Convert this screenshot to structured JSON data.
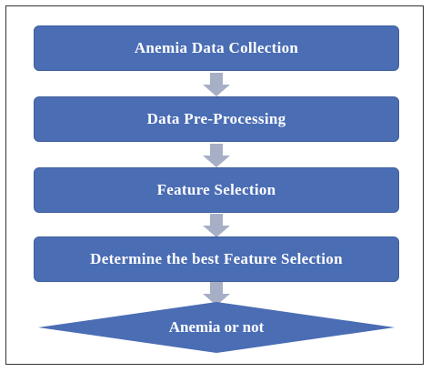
{
  "diagram": {
    "steps": [
      {
        "label": "Anemia Data Collection"
      },
      {
        "label": "Data Pre-Processing"
      },
      {
        "label": "Feature Selection"
      },
      {
        "label": "Determine the best Feature Selection"
      }
    ],
    "decision": {
      "label": "Anemia or not"
    }
  },
  "colors": {
    "box_fill": "#4a6db4",
    "box_border": "#3f5f9b",
    "arrow_fill": "#a6afc6",
    "frame_border": "#333333"
  }
}
